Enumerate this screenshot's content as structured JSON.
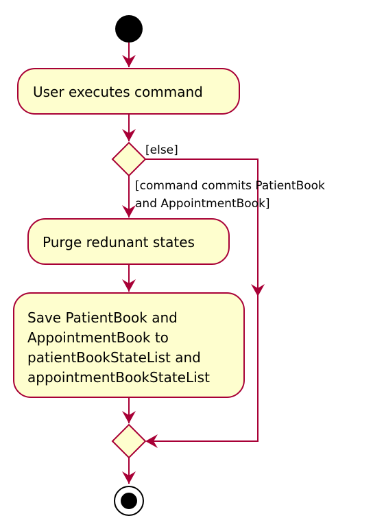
{
  "diagram": {
    "type": "activity",
    "colors": {
      "line": "#A80036",
      "node_fill": "#FEFECE",
      "start_fill": "#000000"
    },
    "nodes": {
      "start": {
        "kind": "initial"
      },
      "execute": {
        "kind": "action",
        "lines": [
          "User executes command"
        ]
      },
      "branch": {
        "kind": "decision"
      },
      "purge": {
        "kind": "action",
        "lines": [
          "Purge redunant states"
        ]
      },
      "save": {
        "kind": "action",
        "lines": [
          "Save PatientBook and",
          "AppointmentBook to",
          "patientBookStateList and",
          "appointmentBookStateList"
        ]
      },
      "merge": {
        "kind": "merge"
      },
      "end": {
        "kind": "final"
      }
    },
    "guards": {
      "else": "[else]",
      "commits": [
        "[command commits PatientBook",
        "and AppointmentBook]"
      ]
    },
    "edges": [
      {
        "from": "start",
        "to": "execute"
      },
      {
        "from": "execute",
        "to": "branch"
      },
      {
        "from": "branch",
        "to": "purge",
        "guard": "commits"
      },
      {
        "from": "branch",
        "to": "merge",
        "guard": "else"
      },
      {
        "from": "purge",
        "to": "save"
      },
      {
        "from": "save",
        "to": "merge"
      },
      {
        "from": "merge",
        "to": "end"
      }
    ]
  }
}
